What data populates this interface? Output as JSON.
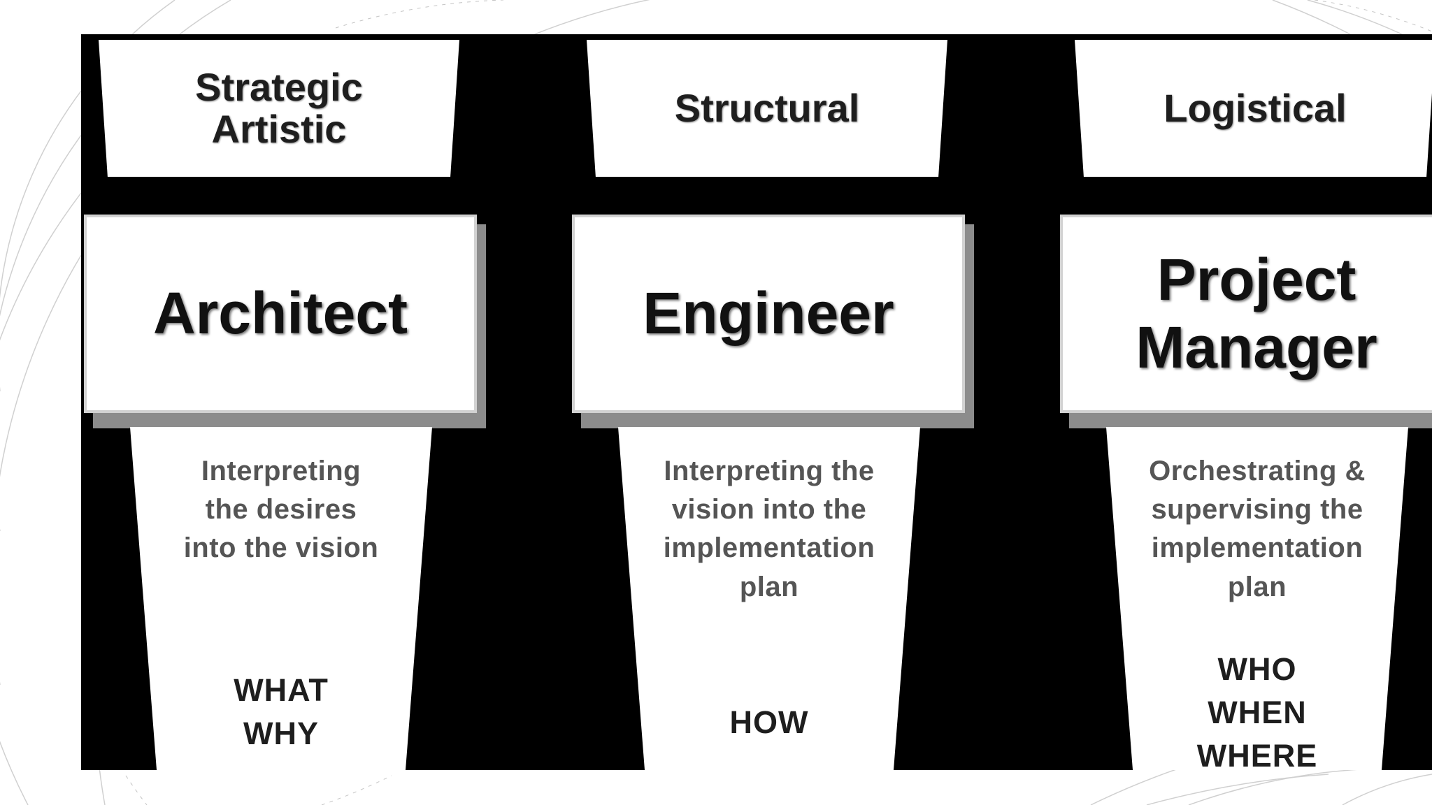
{
  "diagram": {
    "roles": [
      {
        "domain": "Strategic\nArtistic",
        "title": "Architect",
        "description": "Interpreting\nthe desires\ninto the vision",
        "questions": "WHAT\nWHY"
      },
      {
        "domain": "Structural",
        "title": "Engineer",
        "description": "Interpreting the\nvision into the\nimplementation\nplan",
        "questions": "HOW"
      },
      {
        "domain": "Logistical",
        "title": "Project\nManager",
        "description": "Orchestrating &\nsupervising the\nimplementation\nplan",
        "questions": "WHO\nWHEN\nWHERE"
      }
    ]
  },
  "colors": {
    "panel_background": "#000000",
    "card_fill": "#ffffff",
    "card_shadow": "#8c8c8c",
    "slide_background": "#ffffff",
    "decorative_lines": "#d0d0d0"
  }
}
